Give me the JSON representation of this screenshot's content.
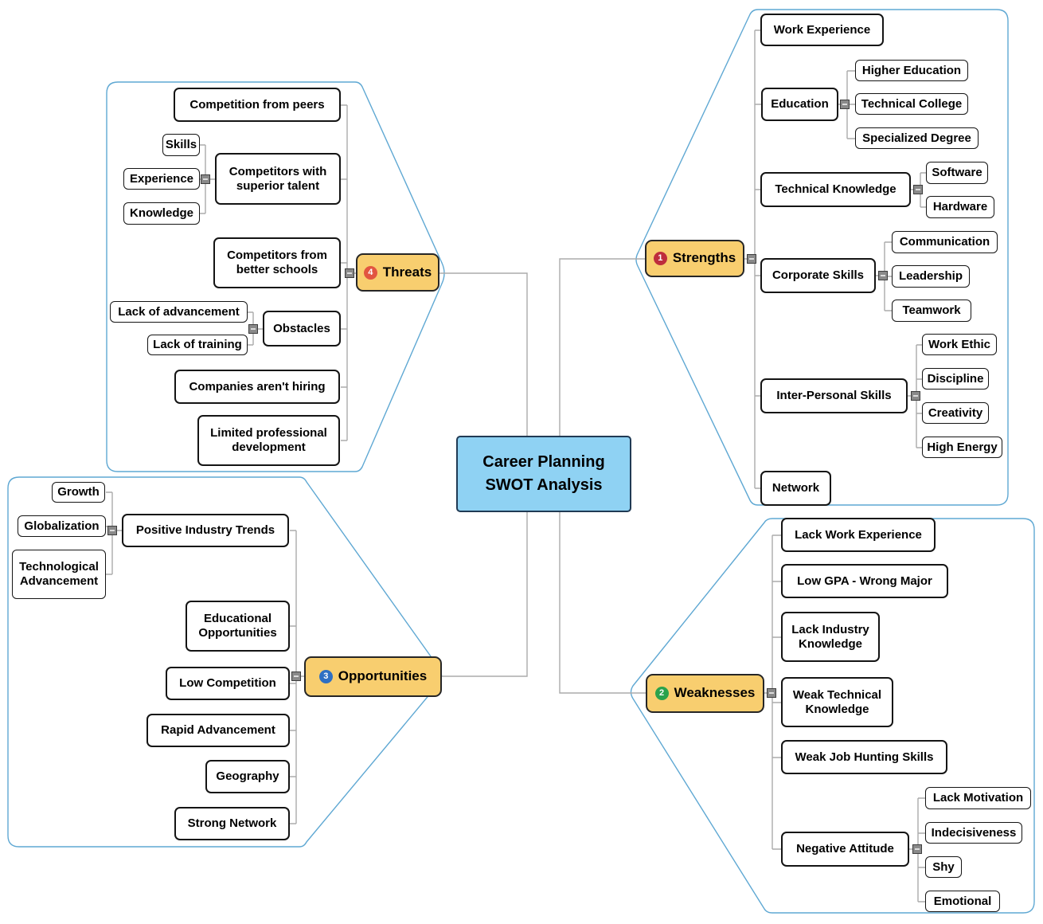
{
  "colors": {
    "center_fill": "#8FD2F3",
    "main_topic_fill": "#F8CE6F",
    "connector": "#ABABAB",
    "boundary": "#5FA8D3",
    "badge_strengths": "#BE2D3C",
    "badge_weaknesses": "#2BA24C",
    "badge_opportunities": "#2E6FC3",
    "badge_threats": "#E25540"
  },
  "map": {
    "center": {
      "label": "Career Planning SWOT Analysis"
    },
    "branches": {
      "strengths": {
        "label": "Strengths",
        "number": "1",
        "children": [
          {
            "label": "Work Experience"
          },
          {
            "label": "Education",
            "children": [
              {
                "label": "Higher Education"
              },
              {
                "label": "Technical College"
              },
              {
                "label": "Specialized Degree"
              }
            ]
          },
          {
            "label": "Technical Knowledge",
            "children": [
              {
                "label": "Software"
              },
              {
                "label": "Hardware"
              }
            ]
          },
          {
            "label": "Corporate Skills",
            "children": [
              {
                "label": "Communication"
              },
              {
                "label": "Leadership"
              },
              {
                "label": "Teamwork"
              }
            ]
          },
          {
            "label": "Inter-Personal Skills",
            "children": [
              {
                "label": "Work Ethic"
              },
              {
                "label": "Discipline"
              },
              {
                "label": "Creativity"
              },
              {
                "label": "High Energy"
              }
            ]
          },
          {
            "label": "Network"
          }
        ]
      },
      "weaknesses": {
        "label": "Weaknesses",
        "number": "2",
        "children": [
          {
            "label": "Lack Work Experience"
          },
          {
            "label": "Low GPA - Wrong Major"
          },
          {
            "label": "Lack Industry Knowledge"
          },
          {
            "label": "Weak Technical Knowledge"
          },
          {
            "label": "Weak Job Hunting Skills"
          },
          {
            "label": "Negative Attitude",
            "children": [
              {
                "label": "Lack Motivation"
              },
              {
                "label": "Indecisiveness"
              },
              {
                "label": "Shy"
              },
              {
                "label": "Emotional"
              }
            ]
          }
        ]
      },
      "opportunities": {
        "label": "Opportunities",
        "number": "3",
        "children": [
          {
            "label": "Positive Industry Trends",
            "children": [
              {
                "label": "Growth"
              },
              {
                "label": "Globalization"
              },
              {
                "label": "Technological Advancement"
              }
            ]
          },
          {
            "label": "Educational Opportunities"
          },
          {
            "label": "Low Competition"
          },
          {
            "label": "Rapid Advancement"
          },
          {
            "label": "Geography"
          },
          {
            "label": "Strong Network"
          }
        ]
      },
      "threats": {
        "label": "Threats",
        "number": "4",
        "children": [
          {
            "label": "Competition from peers"
          },
          {
            "label": "Competitors with superior talent",
            "children": [
              {
                "label": "Skills"
              },
              {
                "label": "Experience"
              },
              {
                "label": "Knowledge"
              }
            ]
          },
          {
            "label": "Competitors from better schools"
          },
          {
            "label": "Obstacles",
            "children": [
              {
                "label": "Lack of advancement"
              },
              {
                "label": "Lack of training"
              }
            ]
          },
          {
            "label": "Companies aren't hiring"
          },
          {
            "label": "Limited professional development"
          }
        ]
      }
    }
  }
}
